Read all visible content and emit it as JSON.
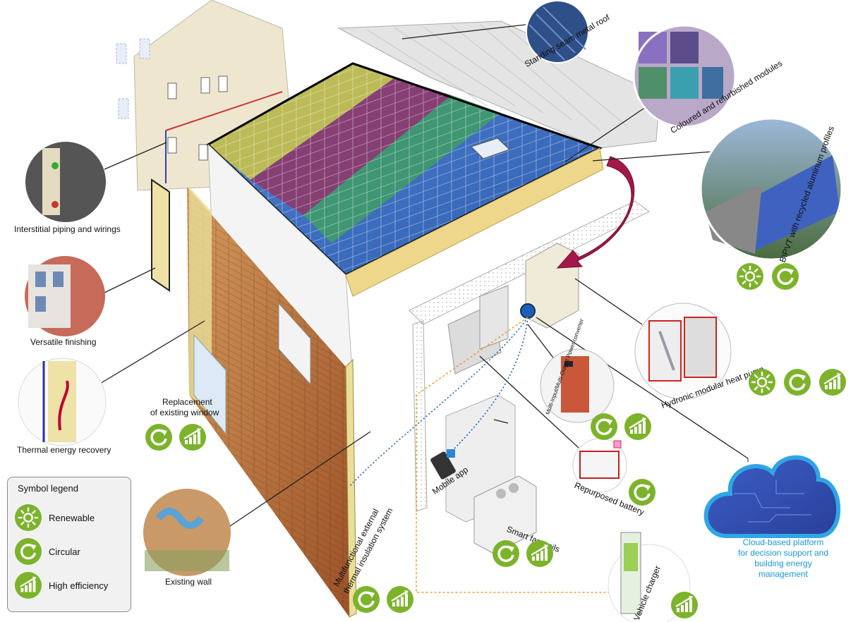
{
  "labels": {
    "standing_seam": "Standing seam metal roof",
    "coloured_modules": "Coloured and refurbished modules",
    "bipvt": "BIPVT with recycled aluminum profiles",
    "interstitial": "Interstitial piping and wirings",
    "versatile": "Versatile finishing",
    "thermal_recovery": "Thermal energy recovery",
    "replacement_window_1": "Replacement",
    "replacement_window_2": "of existing window",
    "existing_wall": "Existing wall",
    "heat_pump": "Hydronic modular heat pump",
    "mimo": "Multi-Input/Multi-Output Power converter",
    "mobile_app": "Mobile app",
    "battery": "Repurposed battery",
    "fan_coils": "Smart fan-coils",
    "insulation_1": "Multifunctional external",
    "insulation_2": "thermal insulation system",
    "vehicle_charger": "Vehicle charger",
    "cloud_1": "Cloud-based platform",
    "cloud_2": "for decision support and",
    "cloud_3": "building energy",
    "cloud_4": "management"
  },
  "legend": {
    "title": "Symbol legend",
    "items": [
      {
        "label": "Renewable",
        "icon": "sun-icon"
      },
      {
        "label": "Circular",
        "icon": "circular-arrow-icon"
      },
      {
        "label": "High efficiency",
        "icon": "efficiency-bars-icon"
      }
    ]
  },
  "colors": {
    "icon_green": "#7cb32b",
    "cloud_blue": "#1a98d8",
    "pv_yellow": "#c9c24a",
    "pv_magenta": "#8e3a6a",
    "pv_green": "#3f9a6a",
    "pv_blue": "#3f6fc2",
    "brick": "#b5652f",
    "insulation": "#e9df9a"
  }
}
